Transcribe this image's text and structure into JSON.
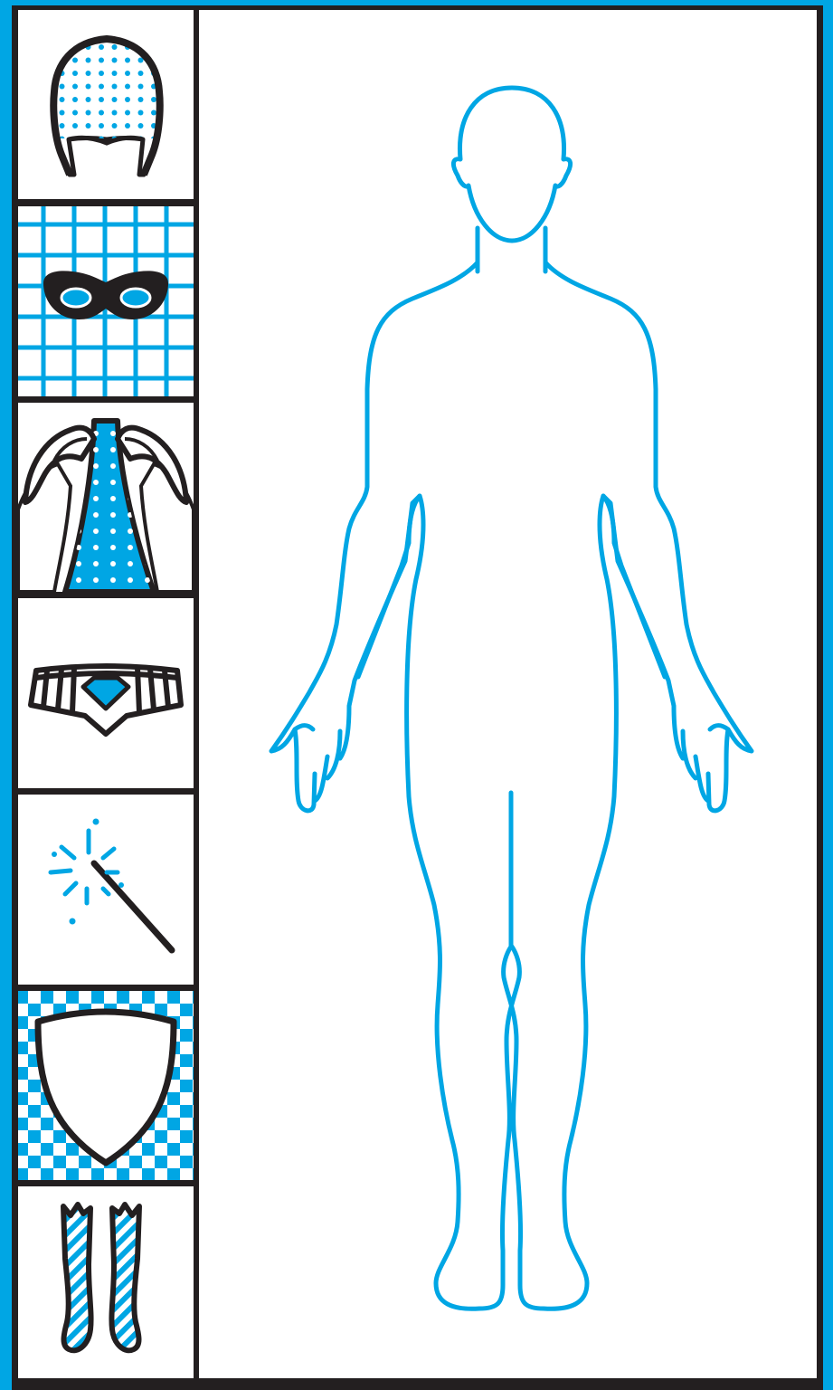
{
  "app": {
    "colors": {
      "accent": "#00a6e4",
      "outline": "#231f20",
      "background": "#ffffff"
    }
  },
  "sidebar": {
    "items": [
      {
        "id": "helmet",
        "icon": "helmet-icon"
      },
      {
        "id": "mask",
        "icon": "mask-icon"
      },
      {
        "id": "cape",
        "icon": "cape-icon"
      },
      {
        "id": "belt",
        "icon": "belt-icon"
      },
      {
        "id": "wand",
        "icon": "magic-wand-icon"
      },
      {
        "id": "shield",
        "icon": "shield-icon"
      },
      {
        "id": "boots",
        "icon": "boots-icon"
      }
    ]
  },
  "stage": {
    "figure": "body-outline"
  }
}
